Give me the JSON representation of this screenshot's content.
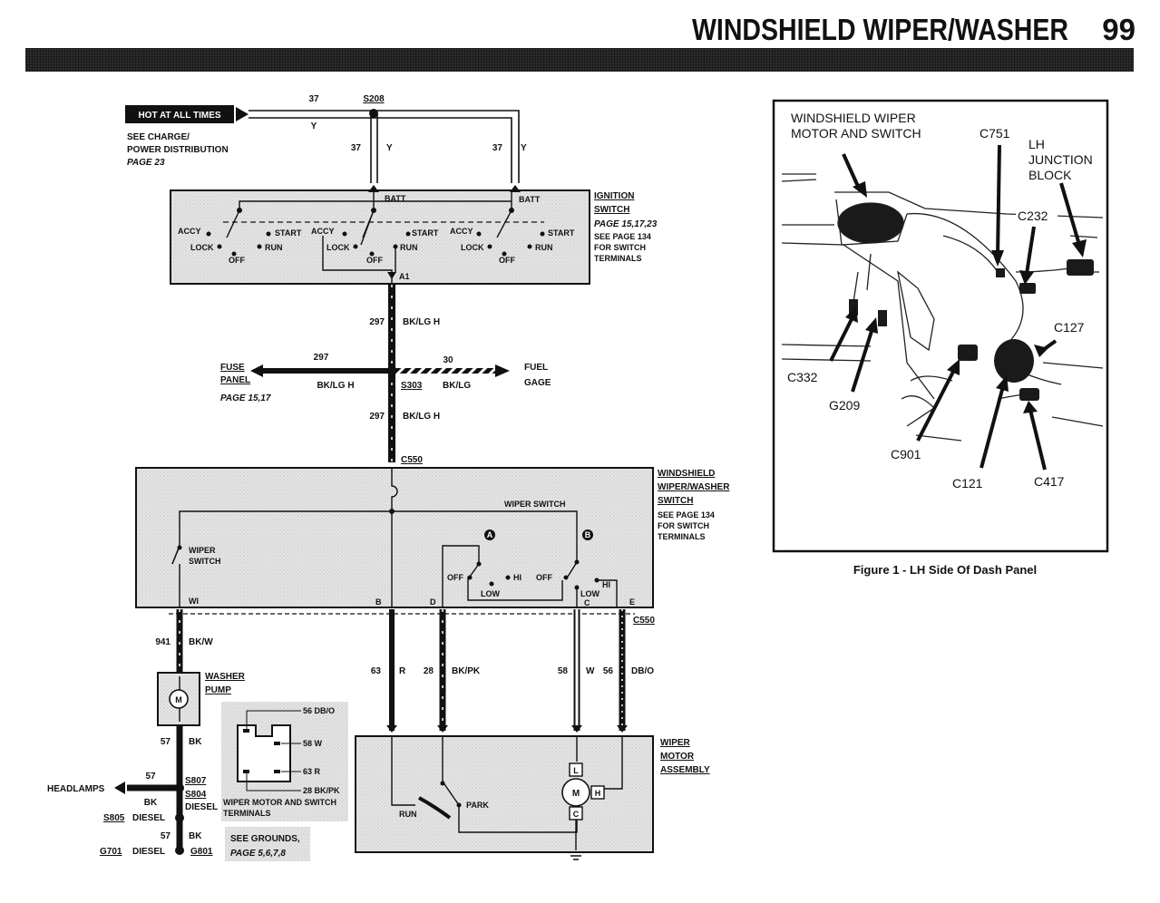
{
  "header": {
    "title": "WINDSHIELD WIPER/WASHER",
    "page_number": "99"
  },
  "power": {
    "hot_label": "HOT AT ALL TIMES",
    "ref_line1": "SEE CHARGE/",
    "ref_line2": "POWER DISTRIBUTION",
    "ref_page": "PAGE 23",
    "splice": "S208",
    "circuit": "37",
    "color": "Y"
  },
  "ignition": {
    "title1": "IGNITION",
    "title2": "SWITCH",
    "page_ref": "PAGE 15,17,23",
    "see1": "SEE PAGE 134",
    "see2": "FOR SWITCH",
    "see3": "TERMINALS",
    "batt": "BATT",
    "accy": "ACCY",
    "lock": "LOCK",
    "off": "OFF",
    "run": "RUN",
    "start": "START",
    "a1": "A1"
  },
  "feed": {
    "circuit": "297",
    "color": "BK/LG H",
    "splice": "S303",
    "fuse_label1": "FUSE",
    "fuse_label2": "PANEL",
    "fuse_page": "PAGE 15,17",
    "fuel_circuit": "30",
    "fuel_color": "BK/LG",
    "fuel_label1": "FUEL",
    "fuel_label2": "GAGE",
    "connector": "C550"
  },
  "wiper_switch": {
    "title1": "WINDSHIELD",
    "title2": "WIPER/WASHER",
    "title3": "SWITCH",
    "see1": "SEE PAGE 134",
    "see2": "FOR SWITCH",
    "see3": "TERMINALS",
    "wiper_switch_label": "WIPER SWITCH",
    "washer_sw1": "WIPER",
    "washer_sw2": "SWITCH",
    "marker_a": "A",
    "marker_b": "B",
    "off": "OFF",
    "low": "LOW",
    "hi": "HI",
    "term_wi": "WI",
    "term_b": "B",
    "term_d": "D",
    "term_c": "C",
    "term_e": "E",
    "connector": "C550"
  },
  "circuits": [
    {
      "num": "941",
      "color": "BK/W"
    },
    {
      "num": "63",
      "color": "R"
    },
    {
      "num": "28",
      "color": "BK/PK"
    },
    {
      "num": "58",
      "color": "W"
    },
    {
      "num": "56",
      "color": "DB/O"
    }
  ],
  "washer_pump": {
    "label1": "WASHER",
    "label2": "PUMP",
    "motor": "M"
  },
  "ground": {
    "circuit": "57",
    "color": "BK",
    "headlamps": "HEADLAMPS",
    "s807": "S807",
    "s804": "S804",
    "diesel": "DIESEL",
    "s805": "S805",
    "g701": "G701",
    "g801": "G801",
    "see1": "SEE GROUNDS,",
    "see2": "PAGE 5,6,7,8"
  },
  "connector_view": {
    "pins": [
      "56 DB/O",
      "58 W",
      "63 R",
      "28 BK/PK"
    ],
    "caption1": "WIPER MOTOR AND SWITCH",
    "caption2": "TERMINALS"
  },
  "wiper_motor": {
    "label1": "WIPER",
    "label2": "MOTOR",
    "label3": "ASSEMBLY",
    "run": "RUN",
    "park": "PARK",
    "motor": "M",
    "l": "L",
    "h": "H",
    "c": "C"
  },
  "figure": {
    "caption": "Figure 1 - LH Side Of Dash Panel",
    "labels": {
      "motor_switch1": "WINDSHIELD WIPER",
      "motor_switch2": "MOTOR AND SWITCH",
      "c751": "C751",
      "lh1": "LH",
      "lh2": "JUNCTION",
      "lh3": "BLOCK",
      "c232": "C232",
      "c127": "C127",
      "c332": "C332",
      "g209": "G209",
      "c901": "C901",
      "c121": "C121",
      "c417": "C417"
    }
  }
}
